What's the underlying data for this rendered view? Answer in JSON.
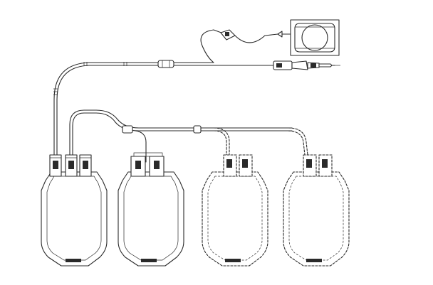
{
  "diagram": {
    "subject": "blood-bag-set",
    "bags": [
      {
        "id": "bag-1",
        "style": "solid"
      },
      {
        "id": "bag-2",
        "style": "solid"
      },
      {
        "id": "bag-3",
        "style": "dashed"
      },
      {
        "id": "bag-4",
        "style": "dashed"
      }
    ],
    "colors": {
      "line": "#2a2a2a",
      "background": "#ffffff"
    }
  }
}
